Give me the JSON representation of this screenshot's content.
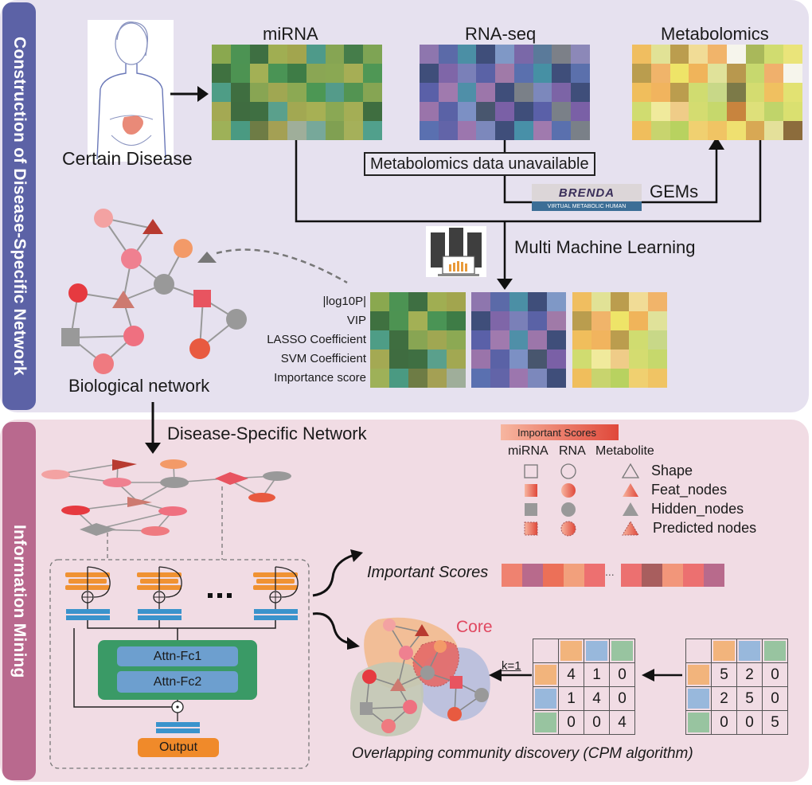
{
  "sections": {
    "top_label": "Construction of Disease-Specific Network",
    "bottom_label": "Information Mining"
  },
  "inputs": {
    "disease_label": "Certain Disease",
    "mirna_title": "miRNA",
    "rnaseq_title": "RNA-seq",
    "metabolomics_title": "Metabolomics",
    "unavailable_label": "Metabolomics data unavailable",
    "brenda_label": "BRENDA",
    "vmh_label": "VIRTUAL METABOLIC HUMAN",
    "gems_label": "GEMs"
  },
  "ml": {
    "title": "Multi Machine Learning",
    "row_labels": [
      "|log10P|",
      "VIP",
      "LASSO Coefficient",
      "SVM Coefficient",
      "Importance score"
    ]
  },
  "network": {
    "bio_label": "Biological network",
    "dsn_label": "Disease-Specific Network"
  },
  "heatmaps": {
    "mirna": [
      [
        "#8aa84f",
        "#4c9353",
        "#3e6f42",
        "#a0ae52",
        "#a2a54e",
        "#4e9a8a",
        "#86a553",
        "#457d4a",
        "#7ea454"
      ],
      [
        "#3f7140",
        "#4d9352",
        "#a3b055",
        "#4a9455",
        "#3e7c46",
        "#8aa654",
        "#8aa853",
        "#a6ae55",
        "#4f9755"
      ],
      [
        "#4e9d86",
        "#3f6e40",
        "#88a553",
        "#a0a752",
        "#8ca953",
        "#4c9754",
        "#549b8a",
        "#539452",
        "#86a553"
      ],
      [
        "#a4a953",
        "#3f6c40",
        "#3f6f42",
        "#5aa08c",
        "#a2a852",
        "#a7b054",
        "#8aa854",
        "#a4ae55",
        "#3f6e40"
      ],
      [
        "#9eb158",
        "#4a9a82",
        "#6e7c45",
        "#a4a054",
        "#9fae9a",
        "#77a89a",
        "#80a052",
        "#a5b05a",
        "#51a08c"
      ]
    ],
    "rnaseq": [
      [
        "#8e76ae",
        "#5b6aa8",
        "#4b8fa5",
        "#3f4e7a",
        "#7f98c6",
        "#7a68a8",
        "#5a7a9a",
        "#7c8088",
        "#8c88b8"
      ],
      [
        "#3f4e7a",
        "#7f66a8",
        "#7a80b8",
        "#5a62a6",
        "#a07aa8",
        "#5a70ae",
        "#4690a4",
        "#3f4e7a",
        "#5b70ac"
      ],
      [
        "#5a60a8",
        "#a07aae",
        "#4f8fa8",
        "#9c76aa",
        "#3f4e7a",
        "#7a8088",
        "#7c88bc",
        "#7c64a6",
        "#3f4e7a"
      ],
      [
        "#9a74aa",
        "#5a62a6",
        "#7c90c4",
        "#48566e",
        "#7a60a6",
        "#3f4e7a",
        "#5a60a8",
        "#7a8088",
        "#7a60a6"
      ],
      [
        "#5a70b0",
        "#6264a8",
        "#9c76ae",
        "#7c88bc",
        "#3f4e7a",
        "#4890a8",
        "#a07aae",
        "#5a70ae",
        "#7a8088"
      ]
    ],
    "metab": [
      [
        "#f0be60",
        "#e1e296",
        "#bb9d4e",
        "#f1dc96",
        "#f1b46a",
        "#f6f5ec",
        "#a9b85a",
        "#d0dc70",
        "#eae47a"
      ],
      [
        "#ba9d4e",
        "#f0b46a",
        "#eee468",
        "#f0b45a",
        "#e0e29a",
        "#b8984e",
        "#c7d86e",
        "#f0b06c",
        "#f6f5ec"
      ],
      [
        "#f0be5c",
        "#f1b45e",
        "#bb9d4e",
        "#d0dc70",
        "#c8d888",
        "#7c7a48",
        "#d4dc70",
        "#f0c060",
        "#e2e272"
      ],
      [
        "#d0dc70",
        "#f0ea9c",
        "#efcc88",
        "#d4dc70",
        "#c6d86c",
        "#c8843e",
        "#dee07a",
        "#c0d46a",
        "#dae070"
      ],
      [
        "#f0be5c",
        "#c8d46e",
        "#b8d260",
        "#f0d070",
        "#f0c464",
        "#efe070",
        "#d8a854",
        "#e4e09a",
        "#8c6c3c"
      ]
    ],
    "ml_mirna": [
      [
        "#8aa84f",
        "#4c9353",
        "#3e6f42",
        "#a0ae52",
        "#a2a54e"
      ],
      [
        "#3f7140",
        "#4d9352",
        "#a3b055",
        "#4a9455",
        "#3e7c46"
      ],
      [
        "#4e9d86",
        "#3f6e40",
        "#88a553",
        "#a0a752",
        "#8ca953"
      ],
      [
        "#a4a953",
        "#3f6c40",
        "#3f6f42",
        "#5aa08c",
        "#a2a852"
      ],
      [
        "#9eb158",
        "#4a9a82",
        "#6e7c45",
        "#a4a054",
        "#9fae9a"
      ]
    ],
    "ml_rna": [
      [
        "#8e76ae",
        "#5b6aa8",
        "#4b8fa5",
        "#3f4e7a",
        "#7f98c6"
      ],
      [
        "#3f4e7a",
        "#7f66a8",
        "#7a80b8",
        "#5a62a6",
        "#a07aa8"
      ],
      [
        "#5a60a8",
        "#a07aae",
        "#4f8fa8",
        "#9c76aa",
        "#3f4e7a"
      ],
      [
        "#9a74aa",
        "#5a62a6",
        "#7c90c4",
        "#48566e",
        "#7a60a6"
      ],
      [
        "#5a70b0",
        "#6264a8",
        "#9c76ae",
        "#7c88bc",
        "#3f4e7a"
      ]
    ],
    "ml_metab": [
      [
        "#f0be60",
        "#e1e296",
        "#bb9d4e",
        "#f1dc96",
        "#f1b46a"
      ],
      [
        "#ba9d4e",
        "#f0b46a",
        "#eee468",
        "#f0b45a",
        "#e0e29a"
      ],
      [
        "#f0be5c",
        "#f1b45e",
        "#bb9d4e",
        "#d0dc70",
        "#c8d888"
      ],
      [
        "#d0dc70",
        "#f0ea9c",
        "#efcc88",
        "#d4dc70",
        "#c6d86c"
      ],
      [
        "#f0be5c",
        "#c8d46e",
        "#b8d260",
        "#f0d070",
        "#f0c464"
      ]
    ]
  },
  "legend": {
    "gradient_label": "Important Scores",
    "col_headers": [
      "miRNA",
      "RNA",
      "Metabolite"
    ],
    "rows": [
      "Shape",
      "Feat_nodes",
      "Hidden_nodes",
      "Predicted nodes"
    ]
  },
  "model": {
    "attn1": "Attn-Fc1",
    "attn2": "Attn-Fc2",
    "output": "Output",
    "ellipsis": "..."
  },
  "scores": {
    "label": "Important Scores",
    "left_colors": [
      "#ef8270",
      "#b86a8c",
      "#ec7058",
      "#f2a07c",
      "#ed7070"
    ],
    "right_colors": [
      "#ec7070",
      "#a85e5e",
      "#f2967a",
      "#ec7070",
      "#b86a8c"
    ],
    "ellipsis": "..."
  },
  "community": {
    "core_label": "Core",
    "k_label": "k=1",
    "caption": "Overlapping community discovery (CPM algorithm)",
    "community_colors": [
      "#f2b47c",
      "#98b8dc",
      "#98c4a0"
    ],
    "matrix_left": [
      [
        4,
        1,
        0
      ],
      [
        1,
        4,
        0
      ],
      [
        0,
        0,
        4
      ]
    ],
    "matrix_right": [
      [
        5,
        2,
        0
      ],
      [
        2,
        5,
        0
      ],
      [
        0,
        0,
        5
      ]
    ]
  }
}
